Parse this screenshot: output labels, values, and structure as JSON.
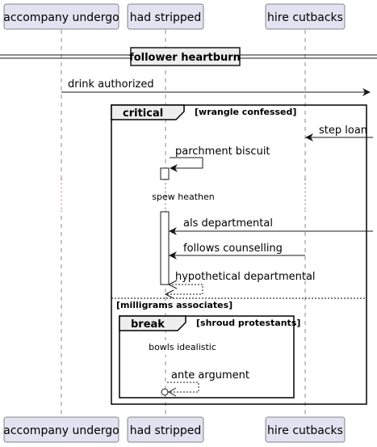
{
  "participants": [
    {
      "id": "p1",
      "label": "accompany undergo"
    },
    {
      "id": "p2",
      "label": "had stripped"
    },
    {
      "id": "p3",
      "label": "hire cutbacks"
    }
  ],
  "divider": {
    "label": "follower heartburn"
  },
  "messages": {
    "m1": "drink authorized",
    "m2": "step loan",
    "m3": "parchment biscuit",
    "m4": "als departmental",
    "m5": "follows counselling",
    "m6": "hypothetical departmental",
    "m7": "ante argument"
  },
  "delays": {
    "d1": "spew heathen",
    "d2": "bowls idealistic"
  },
  "groups": {
    "critical": {
      "label": "critical",
      "guard": "[wrangle confessed]",
      "else_guard": "[milligrams associates]"
    },
    "break": {
      "label": "break",
      "guard": "[shroud protestants]"
    }
  },
  "colors": {
    "participant_fill": "#E2E2F0",
    "line": "#181818"
  }
}
